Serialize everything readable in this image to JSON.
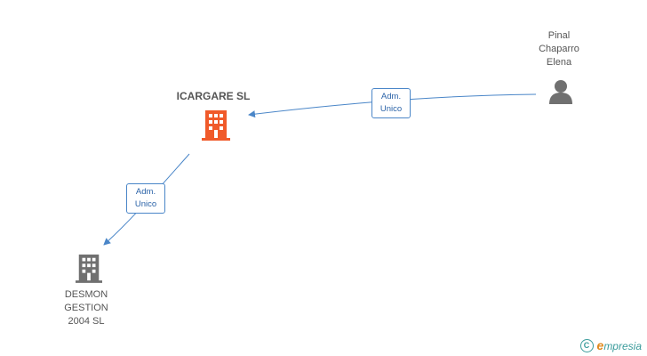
{
  "nodes": {
    "main_company": {
      "label": "ICARGARE SL"
    },
    "person": {
      "label": "Pinal\nChaparro\nElena"
    },
    "sub_company": {
      "label": "DESMON\nGESTION\n2004 SL"
    }
  },
  "edges": {
    "person_to_main": {
      "label": "Adm.\nUnico"
    },
    "main_to_sub": {
      "label": "Adm.\nUnico"
    }
  },
  "colors": {
    "main_company": "#f05a2a",
    "sub_company": "#707070",
    "person": "#707070",
    "edge": "#4a86c8"
  },
  "watermark": {
    "copyright": "C",
    "brand_e": "e",
    "brand_rest": "mpresia"
  }
}
